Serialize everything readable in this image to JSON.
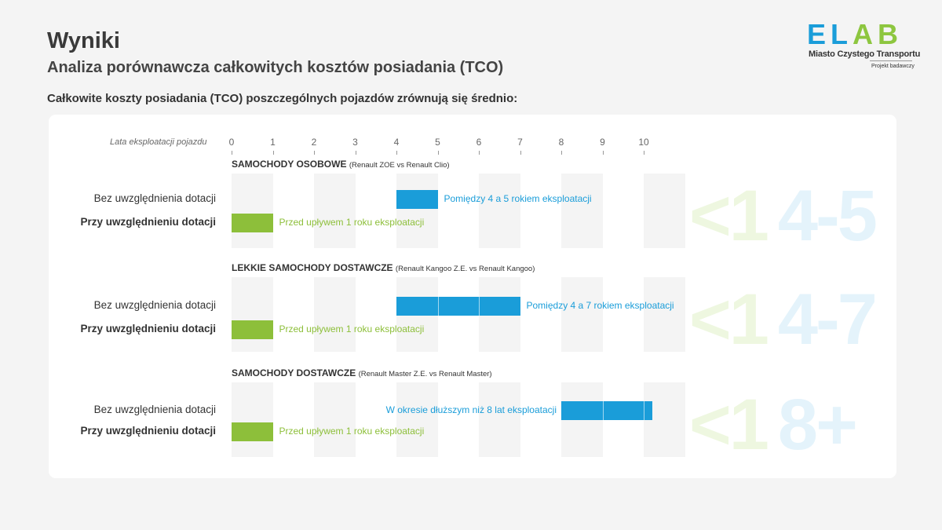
{
  "header": {
    "title": "Wyniki",
    "subtitle": "Analiza porównawcza całkowitych kosztów posiadania (TCO)",
    "intro": "Całkowite koszty posiadania (TCO) poszczególnych pojazdów zrównują się średnio:"
  },
  "logo": {
    "letters_blue": "EL",
    "letters_green": "AB",
    "tagline": "Miasto Czystego Transportu",
    "small": "Projekt badawczy"
  },
  "colors": {
    "blue": "#1a9dd9",
    "green": "#8dbf3a",
    "blue_pale": "#e4f3fb",
    "green_pale": "#eef7e0"
  },
  "chart_data": {
    "type": "bar",
    "orientation": "horizontal-range",
    "xlabel": "Lata eksploatacji pojazdu",
    "ticks": [
      "0",
      "1",
      "2",
      "3",
      "4",
      "5",
      "6",
      "7",
      "8",
      "9",
      "10"
    ],
    "xlim": [
      0,
      11
    ],
    "row_labels": [
      "Bez uwzględnienia dotacji",
      "Przy uwzględnieniu dotacji"
    ],
    "groups": [
      {
        "title": "SAMOCHODY OSOBOWE",
        "models": "(Renault ZOE vs Renault Clio)",
        "big_green": "<1",
        "big_blue": "4-5",
        "bars": [
          {
            "start": 4,
            "end": 5,
            "color": "blue",
            "text": "Pomiędzy 4 a 5 rokiem eksploatacji",
            "text_side": "right"
          },
          {
            "start": 0,
            "end": 1,
            "color": "green",
            "text": "Przed upływem 1 roku eksploatacji",
            "text_side": "right"
          }
        ]
      },
      {
        "title": "LEKKIE SAMOCHODY DOSTAWCZE",
        "models": "(Renault Kangoo Z.E. vs Renault Kangoo)",
        "big_green": "<1",
        "big_blue": "4-7",
        "bars": [
          {
            "start": 4,
            "end": 7,
            "color": "blue",
            "text": "Pomiędzy 4 a 7 rokiem eksploatacji",
            "text_side": "right"
          },
          {
            "start": 0,
            "end": 1,
            "color": "green",
            "text": "Przed upływem 1 roku eksploatacji",
            "text_side": "right"
          }
        ]
      },
      {
        "title": "SAMOCHODY DOSTAWCZE",
        "models": "(Renault Master Z.E. vs Renault Master)",
        "big_green": "<1",
        "big_blue": "8+",
        "bars": [
          {
            "start": 8,
            "end": 10.2,
            "color": "blue",
            "text": "W okresie dłuższym niż 8 lat eksploatacji",
            "text_side": "left"
          },
          {
            "start": 0,
            "end": 1,
            "color": "green",
            "text": "Przed upływem 1 roku eksploatacji",
            "text_side": "right"
          }
        ]
      }
    ]
  }
}
